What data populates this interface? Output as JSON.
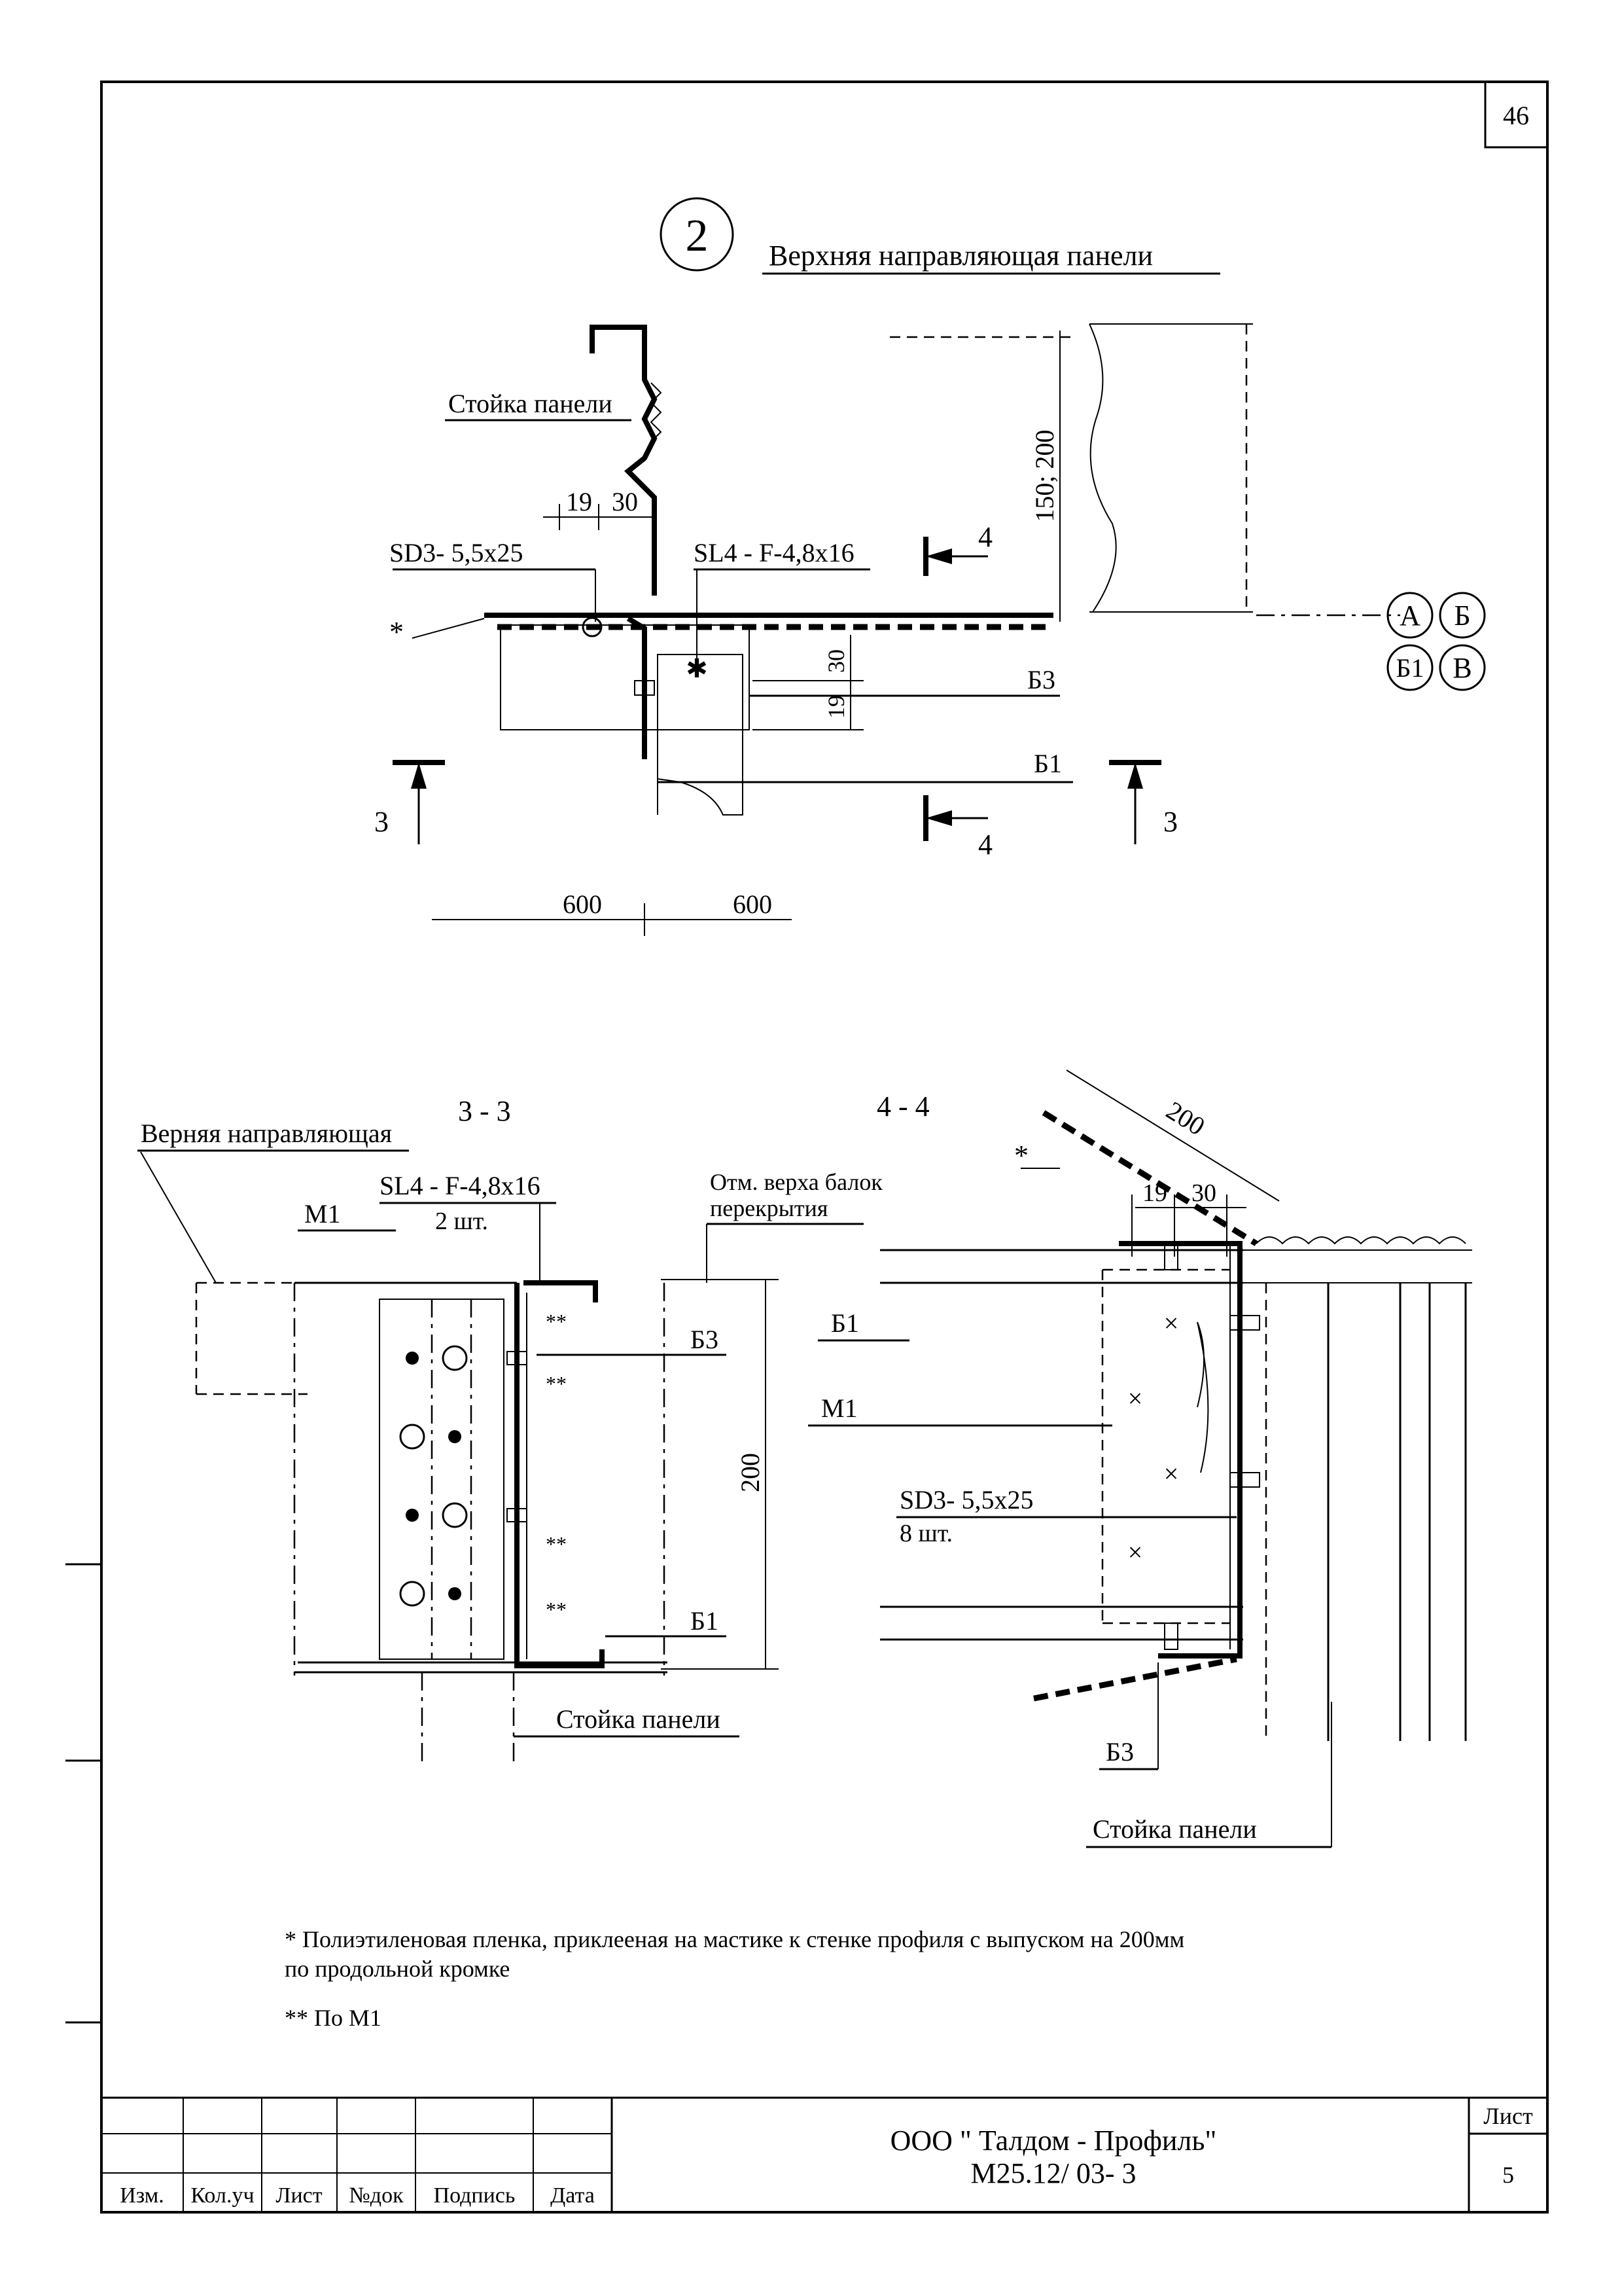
{
  "sheet_number": "46",
  "detail_mark": "2",
  "top_view": {
    "top_guide_label": "Верхняя направляющая панели",
    "panel_post_label": "Стойка панели",
    "dim_19": "19",
    "dim_30": "30",
    "fastener_sd3": "SD3- 5,5x25",
    "fastener_sl4": "SL4 - F-4,8x16",
    "star_note_mark": "*",
    "dim_150_200": "150; 200",
    "dim_30_v": "30",
    "dim_19_v": "19",
    "label_b3": "Б3",
    "label_b1": "Б1",
    "section_3": "3",
    "section_4": "4",
    "dim_600_left": "600",
    "dim_600_right": "600",
    "axis_bubbles": [
      "А",
      "Б",
      "Б1",
      "В"
    ]
  },
  "section_33": {
    "title": "3  -  3",
    "top_guide_label": "Верняя направляющая",
    "fastener": "SL4 - F-4,8x16",
    "fastener_qty": "2 шт.",
    "m1_label": "М1",
    "elev_label_1": "Отм. верха балок",
    "elev_label_2": "перекрытия",
    "label_b3": "Б3",
    "label_b1": "Б1",
    "dim_200": "200",
    "double_star": "**",
    "panel_post_label": "Стойка  панели"
  },
  "section_44": {
    "title": "4 - 4",
    "dim_200": "200",
    "dim_19": "19",
    "dim_30": "30",
    "star_note_mark": "*",
    "label_b1": "Б1",
    "m1_label": "М1",
    "fastener": "SD3- 5,5x25",
    "fastener_qty": "8 шт.",
    "label_b3": "Б3",
    "panel_post_label": "Стойка  панели"
  },
  "notes": {
    "note1_line1": "* Полиэтиленовая пленка, приклееная на мастике к стенке профиля с выпуском на 200мм",
    "note1_line2": "по  продольной кромке",
    "note2": "** По М1"
  },
  "title_block": {
    "col_headers": [
      "Изм.",
      "Кол.уч",
      "Лист",
      "№док",
      "Подпись",
      "Дата"
    ],
    "company": "ООО \" Талдом - Профиль\"",
    "doc_code": "М25.12/ 03- 3",
    "sheet_label": "Лист",
    "sheet_value": "5"
  }
}
